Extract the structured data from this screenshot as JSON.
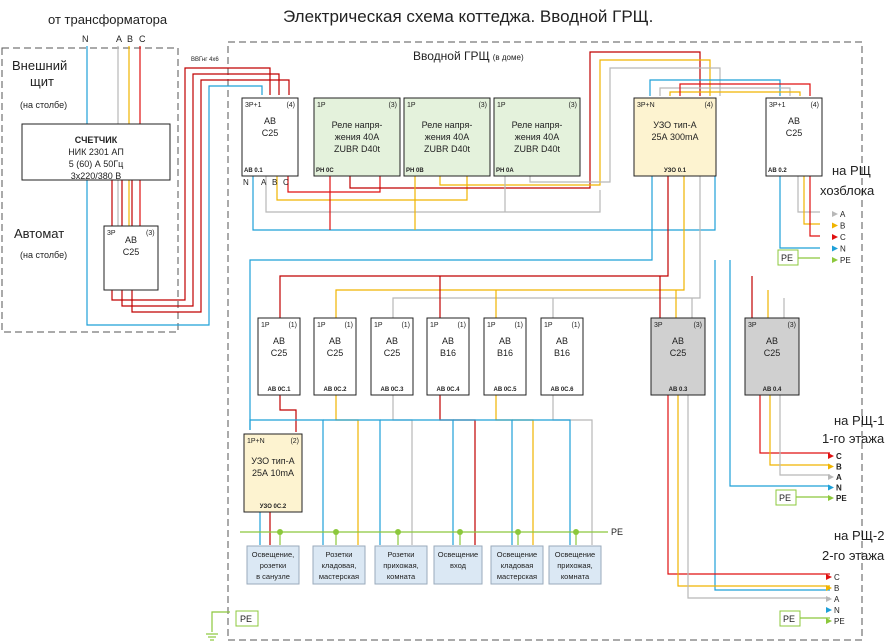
{
  "title": "Электрическая схема коттеджа. Вводной ГРЩ.",
  "from_transformer": "от трансформатора",
  "phase_labels": {
    "n": "N",
    "a": "A",
    "b": "B",
    "c": "C"
  },
  "outer_panel": {
    "line1": "Внешний",
    "line2": "щит",
    "sub": "(на столбе)",
    "automat": "Автомат",
    "automat_sub": "(на столбе)"
  },
  "cable_label": "ВВГнг 4х6",
  "main_panel": {
    "title": "Вводной ГРЩ",
    "title_sub": "(в доме)"
  },
  "meter": {
    "name": "СЧЕТЧИК",
    "model": "НИК 2301 АП",
    "rating": "5 (60) А  50Гц",
    "voltage": "3х220/380 В"
  },
  "ext_breaker": {
    "type": "3P",
    "poles": "(3)",
    "l1": "АВ",
    "l2": "С25"
  },
  "devices": [
    {
      "id": "ab01",
      "type": "3P+1",
      "poles": "(4)",
      "l1": "АВ",
      "l2": "С25",
      "tag": "АВ 0.1",
      "gray": false,
      "yellow": false,
      "green": false
    },
    {
      "id": "rn0c",
      "type": "1P",
      "poles": "(3)",
      "l1": "Реле напря-",
      "l2": "жения 40А",
      "l3": "ZUBR D40t",
      "tag": "РН 0С",
      "gray": false,
      "yellow": false,
      "green": true
    },
    {
      "id": "rn0b",
      "type": "1P",
      "poles": "(3)",
      "l1": "Реле напря-",
      "l2": "жения 40А",
      "l3": "ZUBR D40t",
      "tag": "РН 0В",
      "gray": false,
      "yellow": false,
      "green": true
    },
    {
      "id": "rn0a",
      "type": "1P",
      "poles": "(3)",
      "l1": "Реле напря-",
      "l2": "жения 40А",
      "l3": "ZUBR D40t",
      "tag": "РН 0А",
      "gray": false,
      "yellow": false,
      "green": true
    },
    {
      "id": "uzo01",
      "type": "3P+N",
      "poles": "(4)",
      "l1": "УЗО тип-А",
      "l2": "25А  300mA",
      "tag": "УЗО 0.1",
      "gray": false,
      "yellow": true,
      "green": false
    },
    {
      "id": "ab02",
      "type": "3P+1",
      "poles": "(4)",
      "l1": "АВ",
      "l2": "С25",
      "tag": "АВ 0.2",
      "gray": false,
      "yellow": false,
      "green": false
    },
    {
      "id": "ab0c1",
      "type": "1P",
      "poles": "(1)",
      "l1": "АВ",
      "l2": "С25",
      "tag": "АВ 0С.1",
      "gray": false,
      "yellow": false,
      "green": false
    },
    {
      "id": "ab0c2",
      "type": "1P",
      "poles": "(1)",
      "l1": "АВ",
      "l2": "С25",
      "tag": "АВ 0С.2",
      "gray": false,
      "yellow": false,
      "green": false
    },
    {
      "id": "ab0c3",
      "type": "1P",
      "poles": "(1)",
      "l1": "АВ",
      "l2": "С25",
      "tag": "АВ 0С.3",
      "gray": false,
      "yellow": false,
      "green": false
    },
    {
      "id": "ab0c4",
      "type": "1P",
      "poles": "(1)",
      "l1": "АВ",
      "l2": "В16",
      "tag": "АВ 0С.4",
      "gray": false,
      "yellow": false,
      "green": false
    },
    {
      "id": "ab0c5",
      "type": "1P",
      "poles": "(1)",
      "l1": "АВ",
      "l2": "В16",
      "tag": "АВ 0С.5",
      "gray": false,
      "yellow": false,
      "green": false
    },
    {
      "id": "ab0c6",
      "type": "1P",
      "poles": "(1)",
      "l1": "АВ",
      "l2": "В16",
      "tag": "АВ 0С.6",
      "gray": false,
      "yellow": false,
      "green": false
    },
    {
      "id": "ab03",
      "type": "3P",
      "poles": "(3)",
      "l1": "АВ",
      "l2": "С25",
      "tag": "АВ 0.3",
      "gray": true,
      "yellow": false,
      "green": false
    },
    {
      "id": "ab04",
      "type": "3P",
      "poles": "(3)",
      "l1": "АВ",
      "l2": "С25",
      "tag": "АВ 0.4",
      "gray": true,
      "yellow": false,
      "green": false
    },
    {
      "id": "uzo0c2",
      "type": "1P+N",
      "poles": "(2)",
      "l1": "УЗО тип-А",
      "l2": "25А  10mA",
      "tag": "УЗО 0С.2",
      "gray": false,
      "yellow": true,
      "green": false
    }
  ],
  "loads": [
    {
      "l1": "Освещение,",
      "l2": "розетки",
      "l3": "в санузле"
    },
    {
      "l1": "Розетки",
      "l2": "кладовая,",
      "l3": "мастерская"
    },
    {
      "l1": "Розетки",
      "l2": "прихожая,",
      "l3": "комната"
    },
    {
      "l1": "Освещение",
      "l2": "вход",
      "l3": ""
    },
    {
      "l1": "Освещение",
      "l2": "кладовая",
      "l3": "мастерская"
    },
    {
      "l1": "Освещение",
      "l2": "прихожая,",
      "l3": "комната"
    }
  ],
  "outputs": {
    "hoz": {
      "l1": "на РЩ",
      "l2": "хозблока",
      "wires": [
        "A",
        "B",
        "C",
        "N",
        "PE"
      ]
    },
    "floor1": {
      "l1": "на РЩ-1",
      "l2": "1-го этажа",
      "wires": [
        "C",
        "B",
        "A",
        "N",
        "PE"
      ]
    },
    "floor2": {
      "l1": "на РЩ-2",
      "l2": "2-го этажа",
      "wires": [
        "C",
        "B",
        "A",
        "N",
        "PE"
      ]
    }
  },
  "pe_label": "PE",
  "colors": {
    "A": "#b8b8b8",
    "B": "#f0b400",
    "C": "#e01010",
    "N": "#1ea0d8",
    "PE": "#8cc83c",
    "dark_red": "#c00000",
    "purple": "#7030a0",
    "green_bg": "#e4f2dc",
    "yellow_bg": "#fdf3d0",
    "gray_bg": "#d0d0d0",
    "load_bg": "#dbe8f4"
  }
}
